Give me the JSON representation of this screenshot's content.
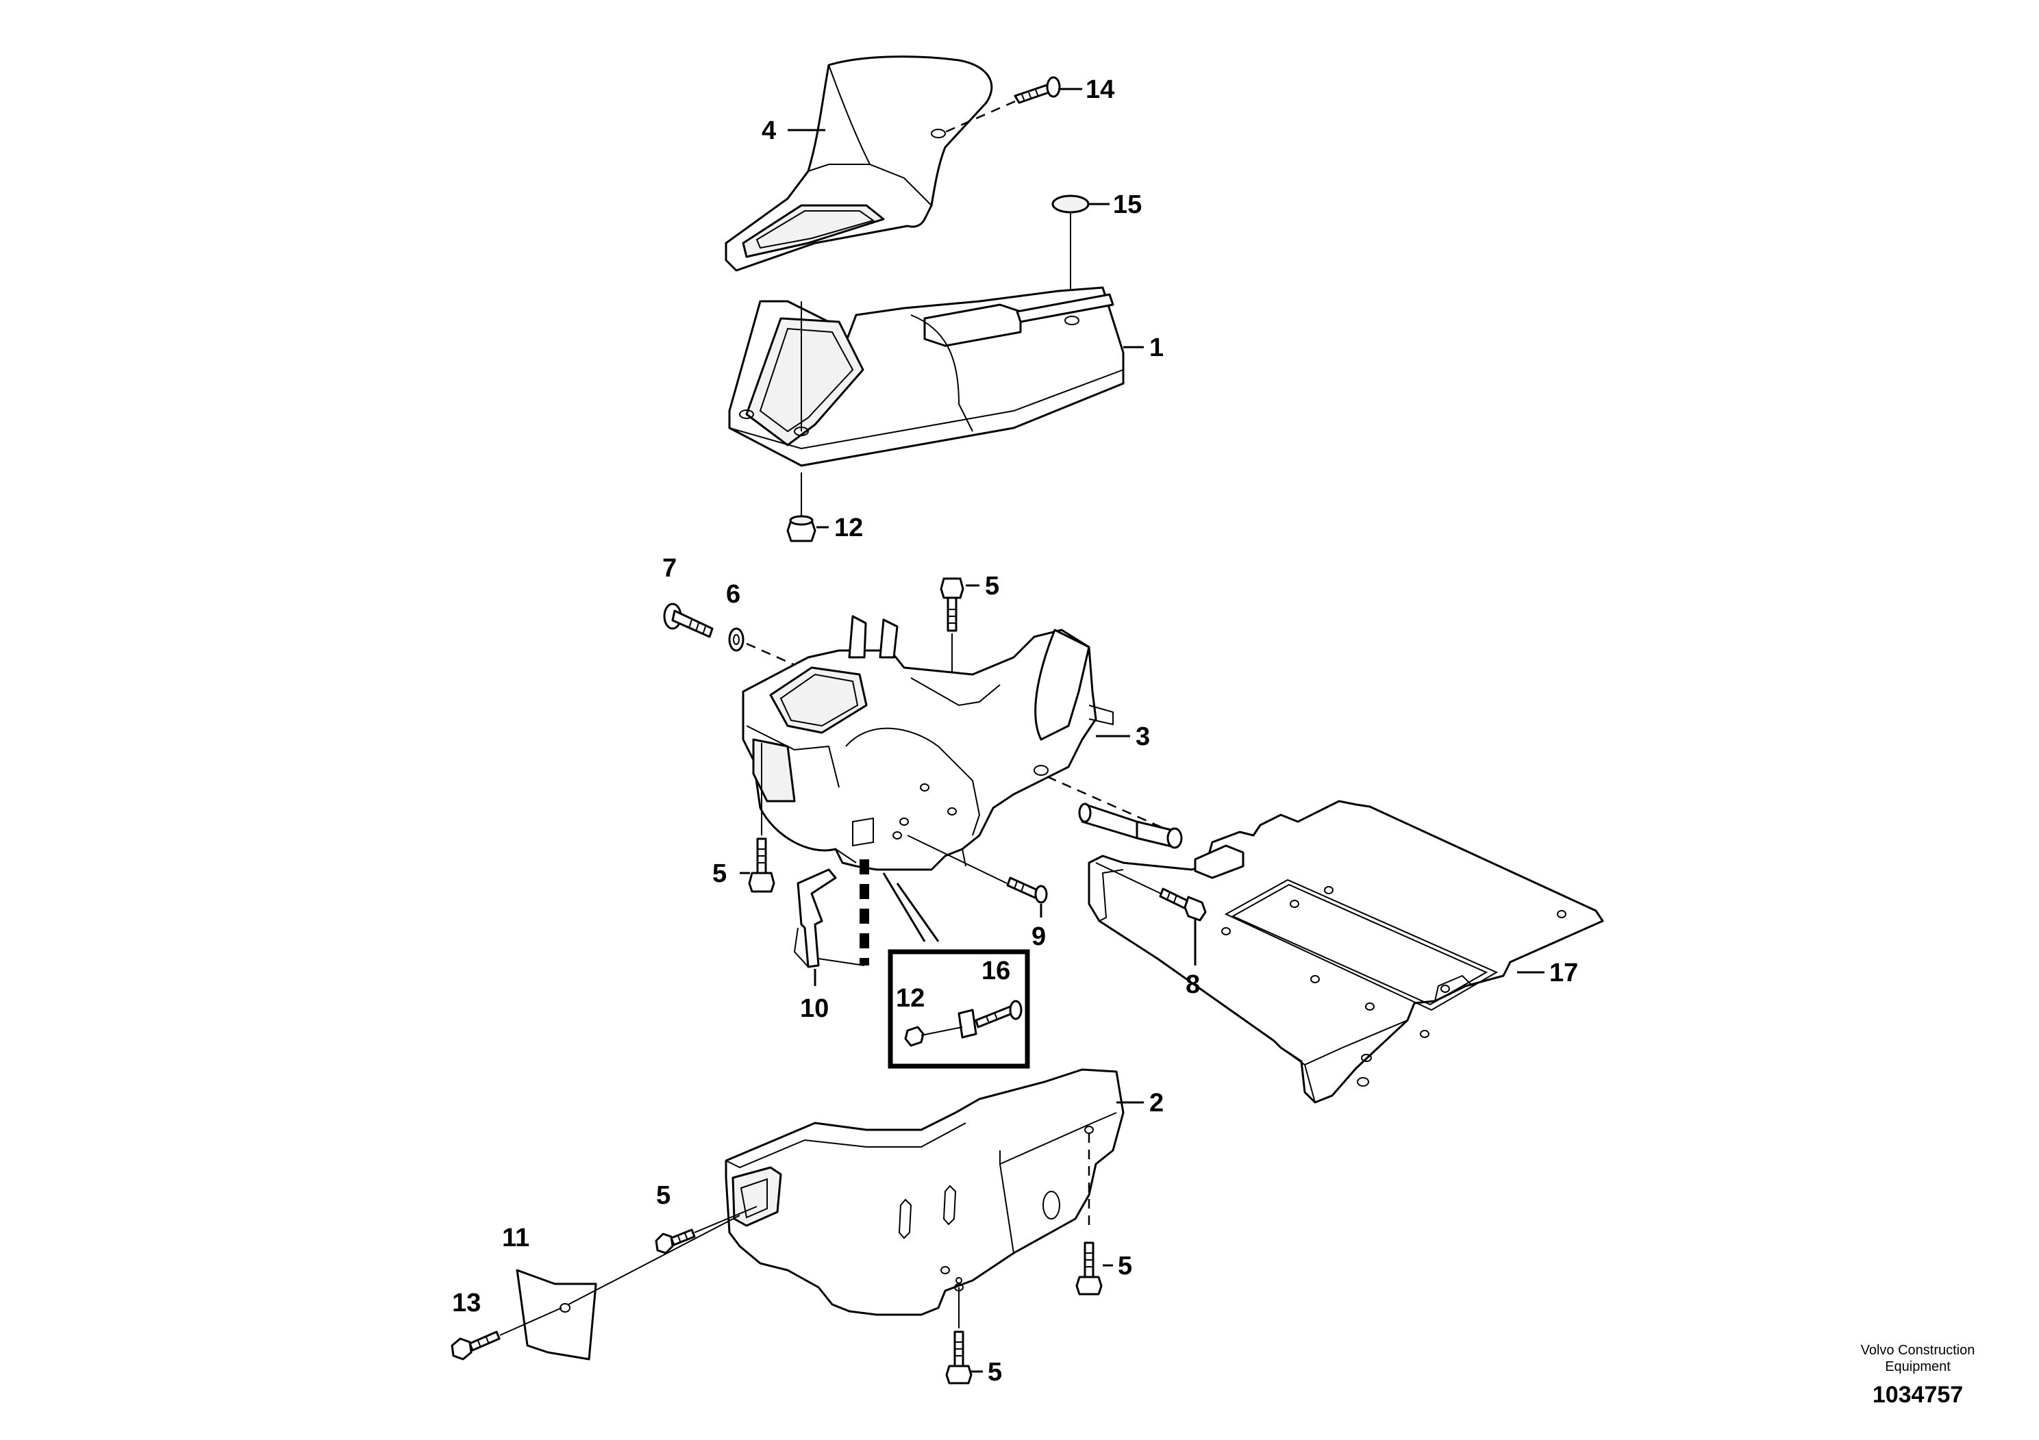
{
  "callouts": {
    "c1": "1",
    "c2": "2",
    "c3": "3",
    "c4": "4",
    "c5a": "5",
    "c5b": "5",
    "c5c": "5",
    "c5d": "5",
    "c5e": "5",
    "c6": "6",
    "c7": "7",
    "c8": "8",
    "c9": "9",
    "c10": "10",
    "c11": "11",
    "c12a": "12",
    "c12b": "12",
    "c13": "13",
    "c14": "14",
    "c15": "15",
    "c16": "16",
    "c17": "17"
  },
  "footer": {
    "brand_line1": "Volvo Construction",
    "brand_line2": "Equipment",
    "document_number": "1034757"
  },
  "colors": {
    "line": "#000000",
    "background": "#ffffff"
  }
}
